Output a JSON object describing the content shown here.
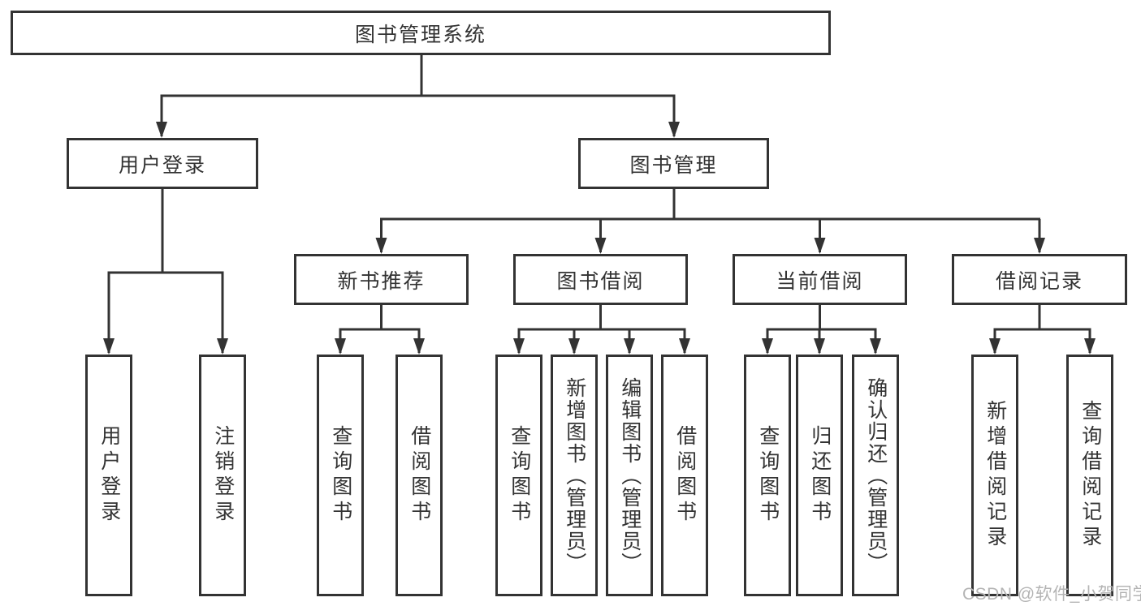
{
  "diagram": {
    "root": {
      "label": "图书管理系统",
      "children": [
        {
          "label": "用户登录",
          "children": [
            {
              "label": "用户登录"
            },
            {
              "label": "注销登录"
            }
          ]
        },
        {
          "label": "图书管理",
          "children": [
            {
              "label": "新书推荐",
              "children": [
                {
                  "label": "查询图书"
                },
                {
                  "label": "借阅图书"
                }
              ]
            },
            {
              "label": "图书借阅",
              "children": [
                {
                  "label": "查询图书"
                },
                {
                  "label": "新增图书（管理员）"
                },
                {
                  "label": "编辑图书（管理员）"
                },
                {
                  "label": "借阅图书"
                }
              ]
            },
            {
              "label": "当前借阅",
              "children": [
                {
                  "label": "查询图书"
                },
                {
                  "label": "归还图书"
                },
                {
                  "label": "确认归还（管理员）"
                }
              ]
            },
            {
              "label": "借阅记录",
              "children": [
                {
                  "label": "新增借阅记录"
                },
                {
                  "label": "查询借阅记录"
                }
              ]
            }
          ]
        }
      ]
    }
  },
  "watermark": {
    "text": "CSDN @软件_小贺同学"
  },
  "colors": {
    "line": "#333333",
    "box_border": "#333333",
    "text": "#333333",
    "watermark": "#b4b4b4",
    "background": "#ffffff"
  }
}
